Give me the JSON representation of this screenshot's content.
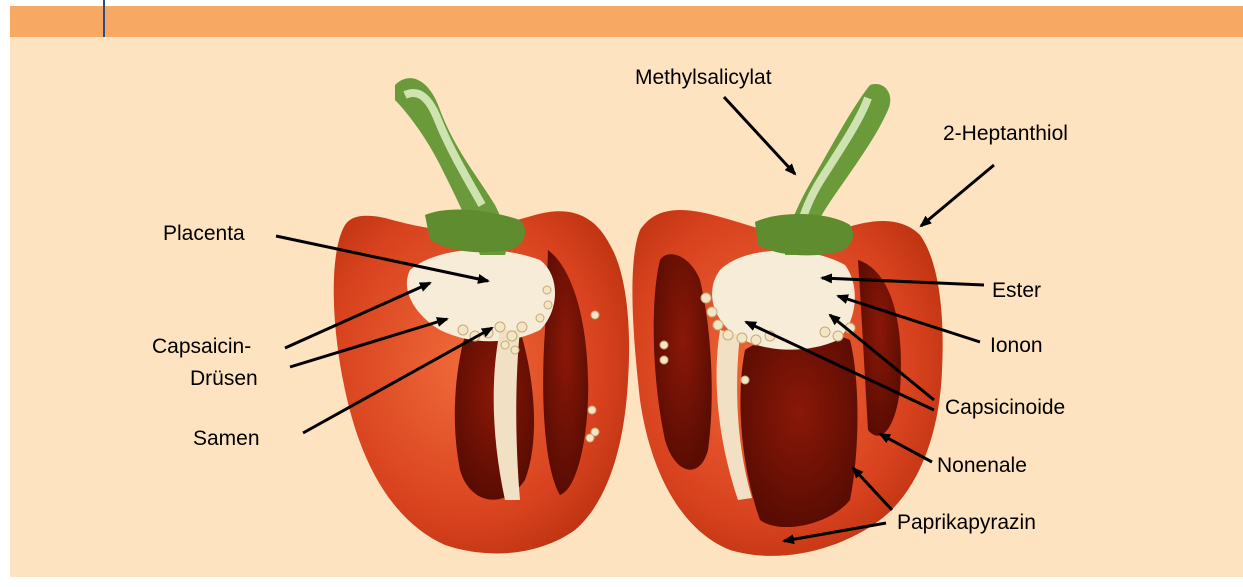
{
  "colors": {
    "header_bar": "#f7a862",
    "background": "#fde3c0",
    "accent_line": "#2a4a8a",
    "pepper": "#d8421e",
    "stem": "#6a9a3a",
    "placenta": "#f6ecd8"
  },
  "labels": {
    "placenta": "Placenta",
    "capsaicin_line1": "Capsaicin-",
    "capsaicin_line2": "Drüsen",
    "samen": "Samen",
    "methylsalicylat": "Methylsalicylat",
    "heptanthiol": "2-Heptanthiol",
    "ester": "Ester",
    "ionon": "Ionon",
    "capsicinoide": "Capsicinoide",
    "nonenale": "Nonenale",
    "paprikapyrazin": "Paprikapyrazin"
  }
}
